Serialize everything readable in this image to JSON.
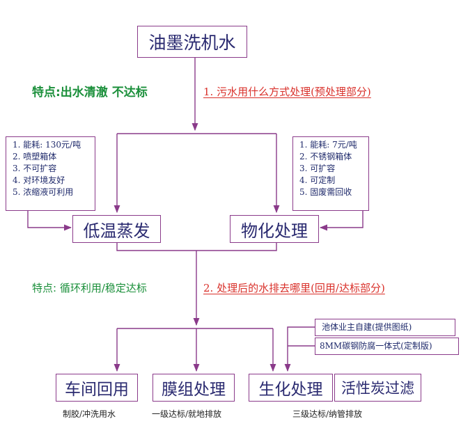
{
  "colors": {
    "line": "#8a3a8a",
    "box_text": "#2a2a70",
    "highlight_green": "#1a8f3a",
    "highlight_red": "#d9302a"
  },
  "title": "油墨洗机水",
  "feature_1": "特点:出水清澈 不达标",
  "question_1": "1. 污水用什么方式处理(预处理部分)",
  "method_left": {
    "label": "低温蒸发",
    "notes": [
      "1. 能耗: 130元/吨",
      "2. 喷塑箱体",
      "3. 不可扩容",
      "4. 对环境友好",
      "5. 浓缩液可利用"
    ]
  },
  "method_right": {
    "label": "物化处理",
    "notes": [
      "1. 能耗: 7元/吨",
      "2. 不锈钢箱体",
      "3. 可扩容",
      "4. 可定制",
      "5. 固废需回收"
    ]
  },
  "feature_2": "特点: 循环利用/稳定达标",
  "question_2": "2. 处理后的水排去哪里(回用/达标部分)",
  "bio_options": [
    "池体业主自建(提供图纸)",
    "8MM碳钢防腐一体式(定制版)"
  ],
  "outcomes": [
    {
      "label": "车间回用",
      "caption": "制胶/冲洗用水"
    },
    {
      "label": "膜组处理",
      "caption": "一级达标/就地排放"
    },
    {
      "label": "生化处理",
      "caption": "三级达标/纳管排放"
    },
    {
      "label": "活性炭过滤",
      "caption": ""
    }
  ]
}
